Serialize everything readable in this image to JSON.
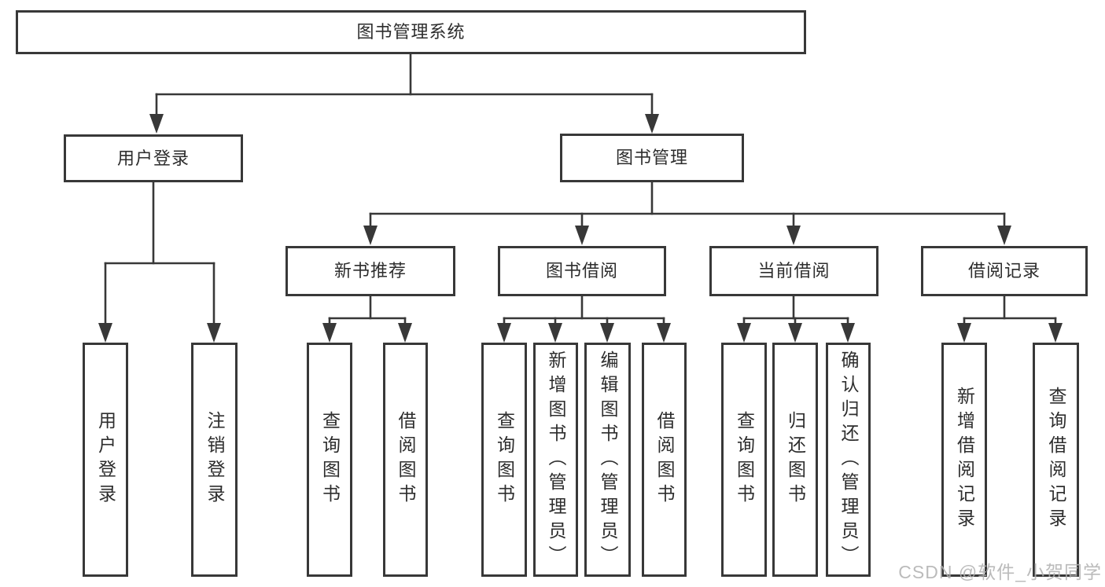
{
  "diagram": {
    "title": "图书管理系统",
    "type": "hierarchy-diagram",
    "colors": {
      "line": "#383838",
      "text": "#2d2d2d",
      "box_fill": "#ffffff",
      "watermark": "#b0b0b0",
      "background": "#ffffff"
    },
    "tree": {
      "label": "图书管理系统",
      "children": [
        {
          "label": "用户登录",
          "children": [
            {
              "label": "用户登录"
            },
            {
              "label": "注销登录"
            }
          ]
        },
        {
          "label": "图书管理",
          "children": [
            {
              "label": "新书推荐",
              "children": [
                {
                  "label": "查询图书"
                },
                {
                  "label": "借阅图书"
                }
              ]
            },
            {
              "label": "图书借阅",
              "children": [
                {
                  "label": "查询图书"
                },
                {
                  "label": "新增图书（管理员）"
                },
                {
                  "label": "编辑图书（管理员）"
                },
                {
                  "label": "借阅图书"
                }
              ]
            },
            {
              "label": "当前借阅",
              "children": [
                {
                  "label": "查询图书"
                },
                {
                  "label": "归还图书"
                },
                {
                  "label": "确认归还（管理员）"
                }
              ]
            },
            {
              "label": "借阅记录",
              "children": [
                {
                  "label": "新增借阅记录"
                },
                {
                  "label": "查询借阅记录"
                }
              ]
            }
          ]
        }
      ]
    },
    "watermark": "CSDN @软件_小贺同学"
  }
}
